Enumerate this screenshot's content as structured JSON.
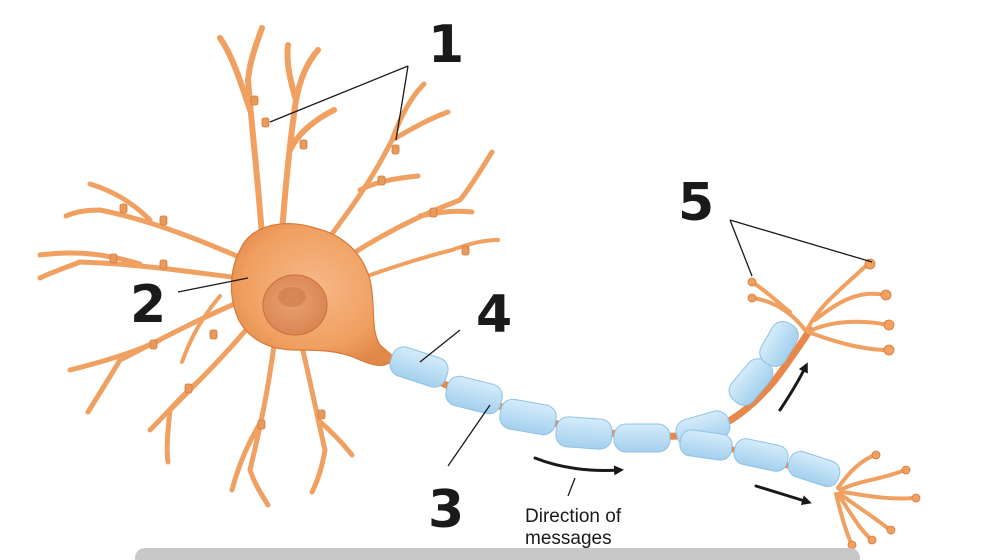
{
  "labels": {
    "dendrites": "1",
    "cell_body": "2",
    "axon": "3",
    "myelin_sheath": "4",
    "axon_terminals": "5"
  },
  "caption": {
    "line1": "Direction of",
    "line2": "messages"
  },
  "colors": {
    "neuron_fill": "#f0a060",
    "neuron_stroke": "#d9793a",
    "nucleus": "#e59660",
    "myelin_fill": "#b9dcf3",
    "myelin_stroke": "#8fc2e6",
    "label_text": "#1a1a1a",
    "arrow": "#1a1a1a",
    "footer_bar": "#c8c8c8"
  }
}
